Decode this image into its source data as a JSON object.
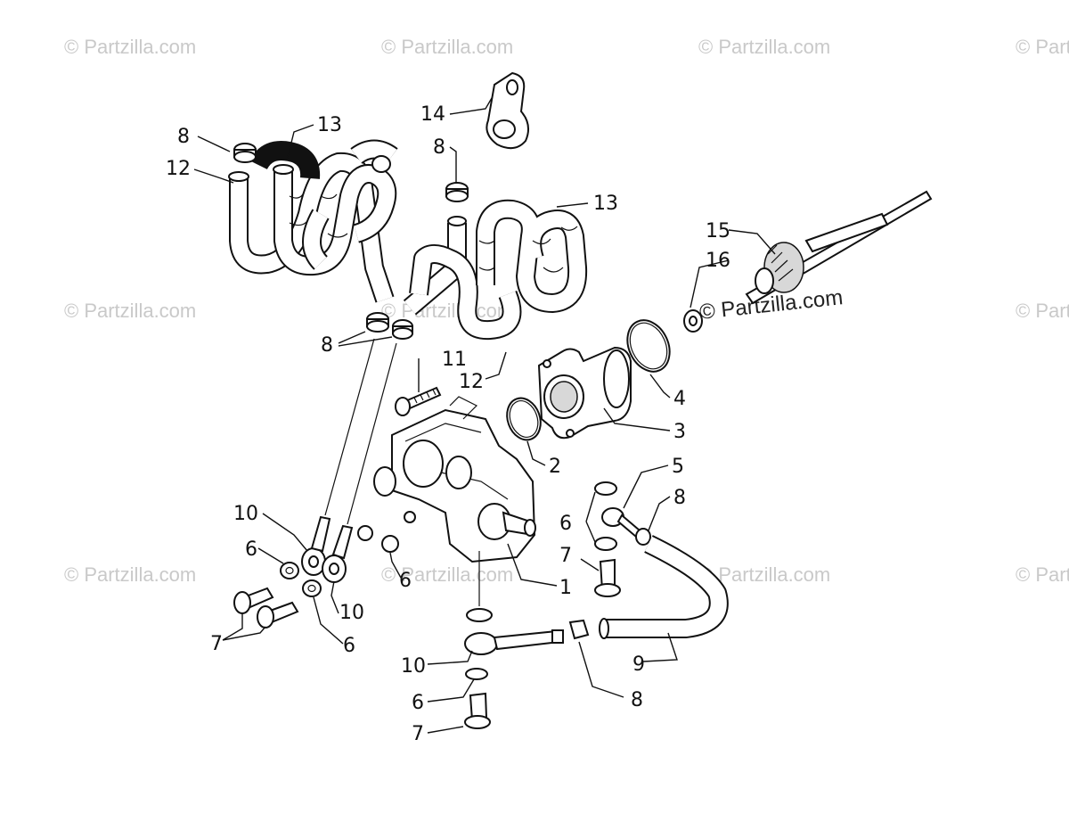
{
  "diagram": {
    "watermark_text": "© Partzilla.com",
    "callouts": [
      {
        "id": "c1",
        "label": "1"
      },
      {
        "id": "c2",
        "label": "2"
      },
      {
        "id": "c3",
        "label": "3"
      },
      {
        "id": "c4",
        "label": "4"
      },
      {
        "id": "c5",
        "label": "5"
      },
      {
        "id": "c6a",
        "label": "6"
      },
      {
        "id": "c6b",
        "label": "6"
      },
      {
        "id": "c6c",
        "label": "6"
      },
      {
        "id": "c6d",
        "label": "6"
      },
      {
        "id": "c6e",
        "label": "6"
      },
      {
        "id": "c7a",
        "label": "7"
      },
      {
        "id": "c7b",
        "label": "7"
      },
      {
        "id": "c7c",
        "label": "7"
      },
      {
        "id": "c8a",
        "label": "8"
      },
      {
        "id": "c8b",
        "label": "8"
      },
      {
        "id": "c8c",
        "label": "8"
      },
      {
        "id": "c8d",
        "label": "8"
      },
      {
        "id": "c8e",
        "label": "8"
      },
      {
        "id": "c9",
        "label": "9"
      },
      {
        "id": "c10a",
        "label": "10"
      },
      {
        "id": "c10b",
        "label": "10"
      },
      {
        "id": "c10c",
        "label": "10"
      },
      {
        "id": "c11",
        "label": "11"
      },
      {
        "id": "c12a",
        "label": "12"
      },
      {
        "id": "c12b",
        "label": "12"
      },
      {
        "id": "c13a",
        "label": "13"
      },
      {
        "id": "c13b",
        "label": "13"
      },
      {
        "id": "c14",
        "label": "14"
      },
      {
        "id": "c15",
        "label": "15"
      },
      {
        "id": "c16",
        "label": "16"
      }
    ]
  }
}
